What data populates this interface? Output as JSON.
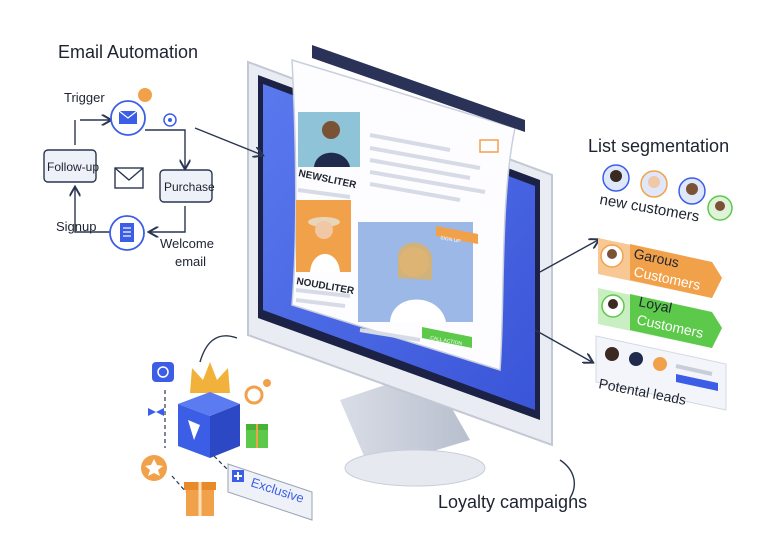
{
  "email_automation": {
    "title": "Email Automation",
    "trigger_label": "Trigger",
    "followup_label": "Follow-up",
    "purchase_label": "Purchase",
    "signup_label": "Signup",
    "welcome_label": "Welcome",
    "welcome_label_2": "email"
  },
  "newsletter": {
    "title_1": "NEWSLITER",
    "title_2": "NOUDLITER",
    "button_1": "SIGN UP",
    "button_2": "CALL ACTION"
  },
  "segmentation": {
    "title": "List segmentation",
    "new_customers": "new customers",
    "garous_1": "Garous",
    "garous_2": "Customers",
    "loyal_1": "Loyal",
    "loyal_2": "Customers",
    "potential": "Potental leads"
  },
  "loyalty": {
    "title": "Loyalty campaigns",
    "exclusive": "Exclusive"
  },
  "colors": {
    "accent_blue": "#3c5ee6",
    "orange": "#f2a14b",
    "green": "#5cc94a",
    "navy": "#1f2a4d"
  }
}
